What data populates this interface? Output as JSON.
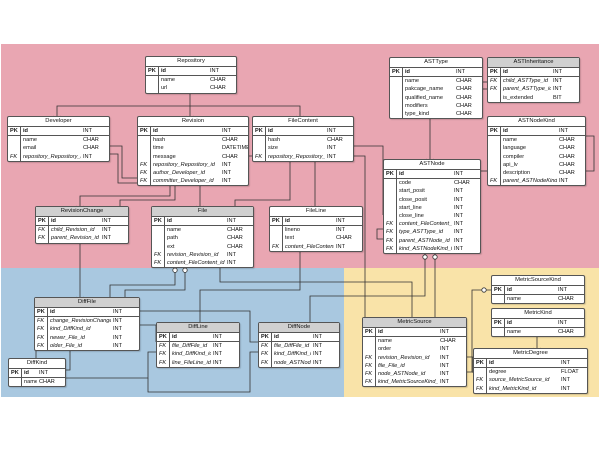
{
  "colors": {
    "pink_region": "#e9a6b2",
    "blue_region": "#a9c8e0",
    "yellow_region": "#f9e3a8",
    "line": "#333333"
  },
  "tables": [
    {
      "key": "repository",
      "title": "Repository",
      "cols": [
        [
          "PK",
          "id",
          "INT"
        ],
        [
          "",
          "name",
          "CHAR"
        ],
        [
          "",
          "url",
          "CHAR"
        ]
      ]
    },
    {
      "key": "developer",
      "title": "Developer",
      "cols": [
        [
          "PK",
          "id",
          "INT"
        ],
        [
          "",
          "name",
          "CHAR"
        ],
        [
          "",
          "email",
          "CHAR"
        ],
        [
          "FK",
          "repository_Repository_id",
          "INT"
        ]
      ]
    },
    {
      "key": "revision",
      "title": "Revision",
      "cols": [
        [
          "PK",
          "id",
          "INT"
        ],
        [
          "",
          "hash",
          "CHAR"
        ],
        [
          "",
          "time",
          "DATETIME"
        ],
        [
          "",
          "message",
          "CHAR"
        ],
        [
          "FK",
          "repository_Repository_id",
          "INT"
        ],
        [
          "FK",
          "author_Developer_id",
          "INT"
        ],
        [
          "FK",
          "committer_Developer_id",
          "INT"
        ]
      ]
    },
    {
      "key": "filecontent",
      "title": "FileContent",
      "cols": [
        [
          "PK",
          "id",
          "INT"
        ],
        [
          "",
          "hash",
          "CHAR"
        ],
        [
          "",
          "size",
          "INT"
        ],
        [
          "FK",
          "repository_Repository_id",
          "INT"
        ]
      ]
    },
    {
      "key": "asttype",
      "title": "ASTType",
      "cols": [
        [
          "PK",
          "id",
          "INT"
        ],
        [
          "",
          "name",
          "CHAR"
        ],
        [
          "",
          "pakcage_name",
          "CHAR"
        ],
        [
          "",
          "qualified_name",
          "CHAR"
        ],
        [
          "",
          "modifiers",
          "CHAR"
        ],
        [
          "",
          "type_kind",
          "CHAR"
        ]
      ]
    },
    {
      "key": "astinheritance",
      "title": "ASTInheritance",
      "gray": true,
      "cols": [
        [
          "PK",
          "id",
          "INT"
        ],
        [
          "FK",
          "child_ASTType_id",
          "INT"
        ],
        [
          "FK",
          "parent_ASTType_id",
          "INT"
        ],
        [
          "",
          "is_extended",
          "BIT"
        ]
      ]
    },
    {
      "key": "astnodekind",
      "title": "ASTNodeKind",
      "cols": [
        [
          "PK",
          "id",
          "INT"
        ],
        [
          "",
          "name",
          "CHAR"
        ],
        [
          "",
          "language",
          "CHAR"
        ],
        [
          "",
          "compiler",
          "CHAR"
        ],
        [
          "",
          "api_lv",
          "CHAR"
        ],
        [
          "",
          "description",
          "CHAR"
        ],
        [
          "FK",
          "parent_ASTNodeKind_id",
          "INT"
        ]
      ]
    },
    {
      "key": "astnode",
      "title": "ASTNode",
      "cols": [
        [
          "PK",
          "id",
          "INT"
        ],
        [
          "",
          "code",
          "CHAR"
        ],
        [
          "",
          "start_posit",
          "INT"
        ],
        [
          "",
          "close_posit",
          "INT"
        ],
        [
          "",
          "start_line",
          "INT"
        ],
        [
          "",
          "close_line",
          "INT"
        ],
        [
          "FK",
          "content_FileContent_id",
          "INT"
        ],
        [
          "FK",
          "type_ASTType_id",
          "INT"
        ],
        [
          "FK",
          "parent_ASTNode_id",
          "INT"
        ],
        [
          "FK",
          "kind_ASTNodeKind_id",
          "INT"
        ]
      ]
    },
    {
      "key": "revisionchange",
      "title": "RevisionChange",
      "gray": true,
      "cols": [
        [
          "PK",
          "id",
          "INT"
        ],
        [
          "FK",
          "child_Revision_id",
          "INT"
        ],
        [
          "FK",
          "parent_Revision_id",
          "INT"
        ]
      ]
    },
    {
      "key": "file",
      "title": "File",
      "gray": true,
      "cols": [
        [
          "PK",
          "id",
          "INT"
        ],
        [
          "",
          "name",
          "CHAR"
        ],
        [
          "",
          "path",
          "CHAR"
        ],
        [
          "",
          "ext",
          "CHAR"
        ],
        [
          "FK",
          "revision_Revision_id",
          "INT"
        ],
        [
          "FK",
          "content_FileContent_id",
          "INT"
        ]
      ]
    },
    {
      "key": "fileline",
      "title": "FileLine",
      "cols": [
        [
          "PK",
          "id",
          "INT"
        ],
        [
          "",
          "lineno",
          "INT"
        ],
        [
          "",
          "text",
          "CHAR"
        ],
        [
          "FK",
          "content_FileContent_id",
          "INT"
        ]
      ]
    },
    {
      "key": "difffile",
      "title": "DiffFile",
      "gray": true,
      "cols": [
        [
          "PK",
          "id",
          "INT"
        ],
        [
          "FK",
          "change_RevisionChange_id",
          "INT"
        ],
        [
          "FK",
          "kind_DiffKind_id",
          "INT"
        ],
        [
          "FK",
          "newer_File_id",
          "INT"
        ],
        [
          "FK",
          "older_File_id",
          "INT"
        ]
      ]
    },
    {
      "key": "diffline",
      "title": "DiffLine",
      "gray": true,
      "cols": [
        [
          "PK",
          "id",
          "INT"
        ],
        [
          "FK",
          "file_DiffFile_id",
          "INT"
        ],
        [
          "FK",
          "kind_DiffKind_id",
          "INT"
        ],
        [
          "FK",
          "line_FileLine_id",
          "INT"
        ]
      ]
    },
    {
      "key": "diffnode",
      "title": "DiffNode",
      "gray": true,
      "cols": [
        [
          "PK",
          "id",
          "INT"
        ],
        [
          "FK",
          "file_DiffFile_id",
          "INT"
        ],
        [
          "FK",
          "kind_DiffKind_id",
          "INT"
        ],
        [
          "FK",
          "node_ASTNode_id",
          "INT"
        ]
      ]
    },
    {
      "key": "diffkind",
      "title": "DiffKind",
      "cols": [
        [
          "PK",
          "id",
          "INT"
        ],
        [
          "",
          "name",
          "CHAR"
        ]
      ]
    },
    {
      "key": "metricsource",
      "title": "MetricSource",
      "gray": true,
      "cols": [
        [
          "PK",
          "id",
          "INT"
        ],
        [
          "",
          "name",
          "CHAR"
        ],
        [
          "",
          "order",
          "INT"
        ],
        [
          "FK",
          "revision_Revision_id",
          "INT"
        ],
        [
          "FK",
          "file_File_id",
          "INT"
        ],
        [
          "FK",
          "node_ASTNode_id",
          "INT"
        ],
        [
          "FK",
          "kind_MetricSourceKind_id",
          "INT"
        ]
      ]
    },
    {
      "key": "metricsourcekind",
      "title": "MetricSourceKind",
      "cols": [
        [
          "PK",
          "id",
          "INT"
        ],
        [
          "",
          "name",
          "CHAR"
        ]
      ]
    },
    {
      "key": "metrickind",
      "title": "MetricKind",
      "cols": [
        [
          "PK",
          "id",
          "INT"
        ],
        [
          "",
          "name",
          "CHAR"
        ]
      ]
    },
    {
      "key": "metricdegree",
      "title": "MetricDegree",
      "cols": [
        [
          "PK",
          "id",
          "INT"
        ],
        [
          "",
          "degree",
          "FLOAT"
        ],
        [
          "FK",
          "source_MetricSource_id",
          "INT"
        ],
        [
          "FK",
          "kind_MetricKind_id",
          "INT"
        ]
      ]
    }
  ]
}
